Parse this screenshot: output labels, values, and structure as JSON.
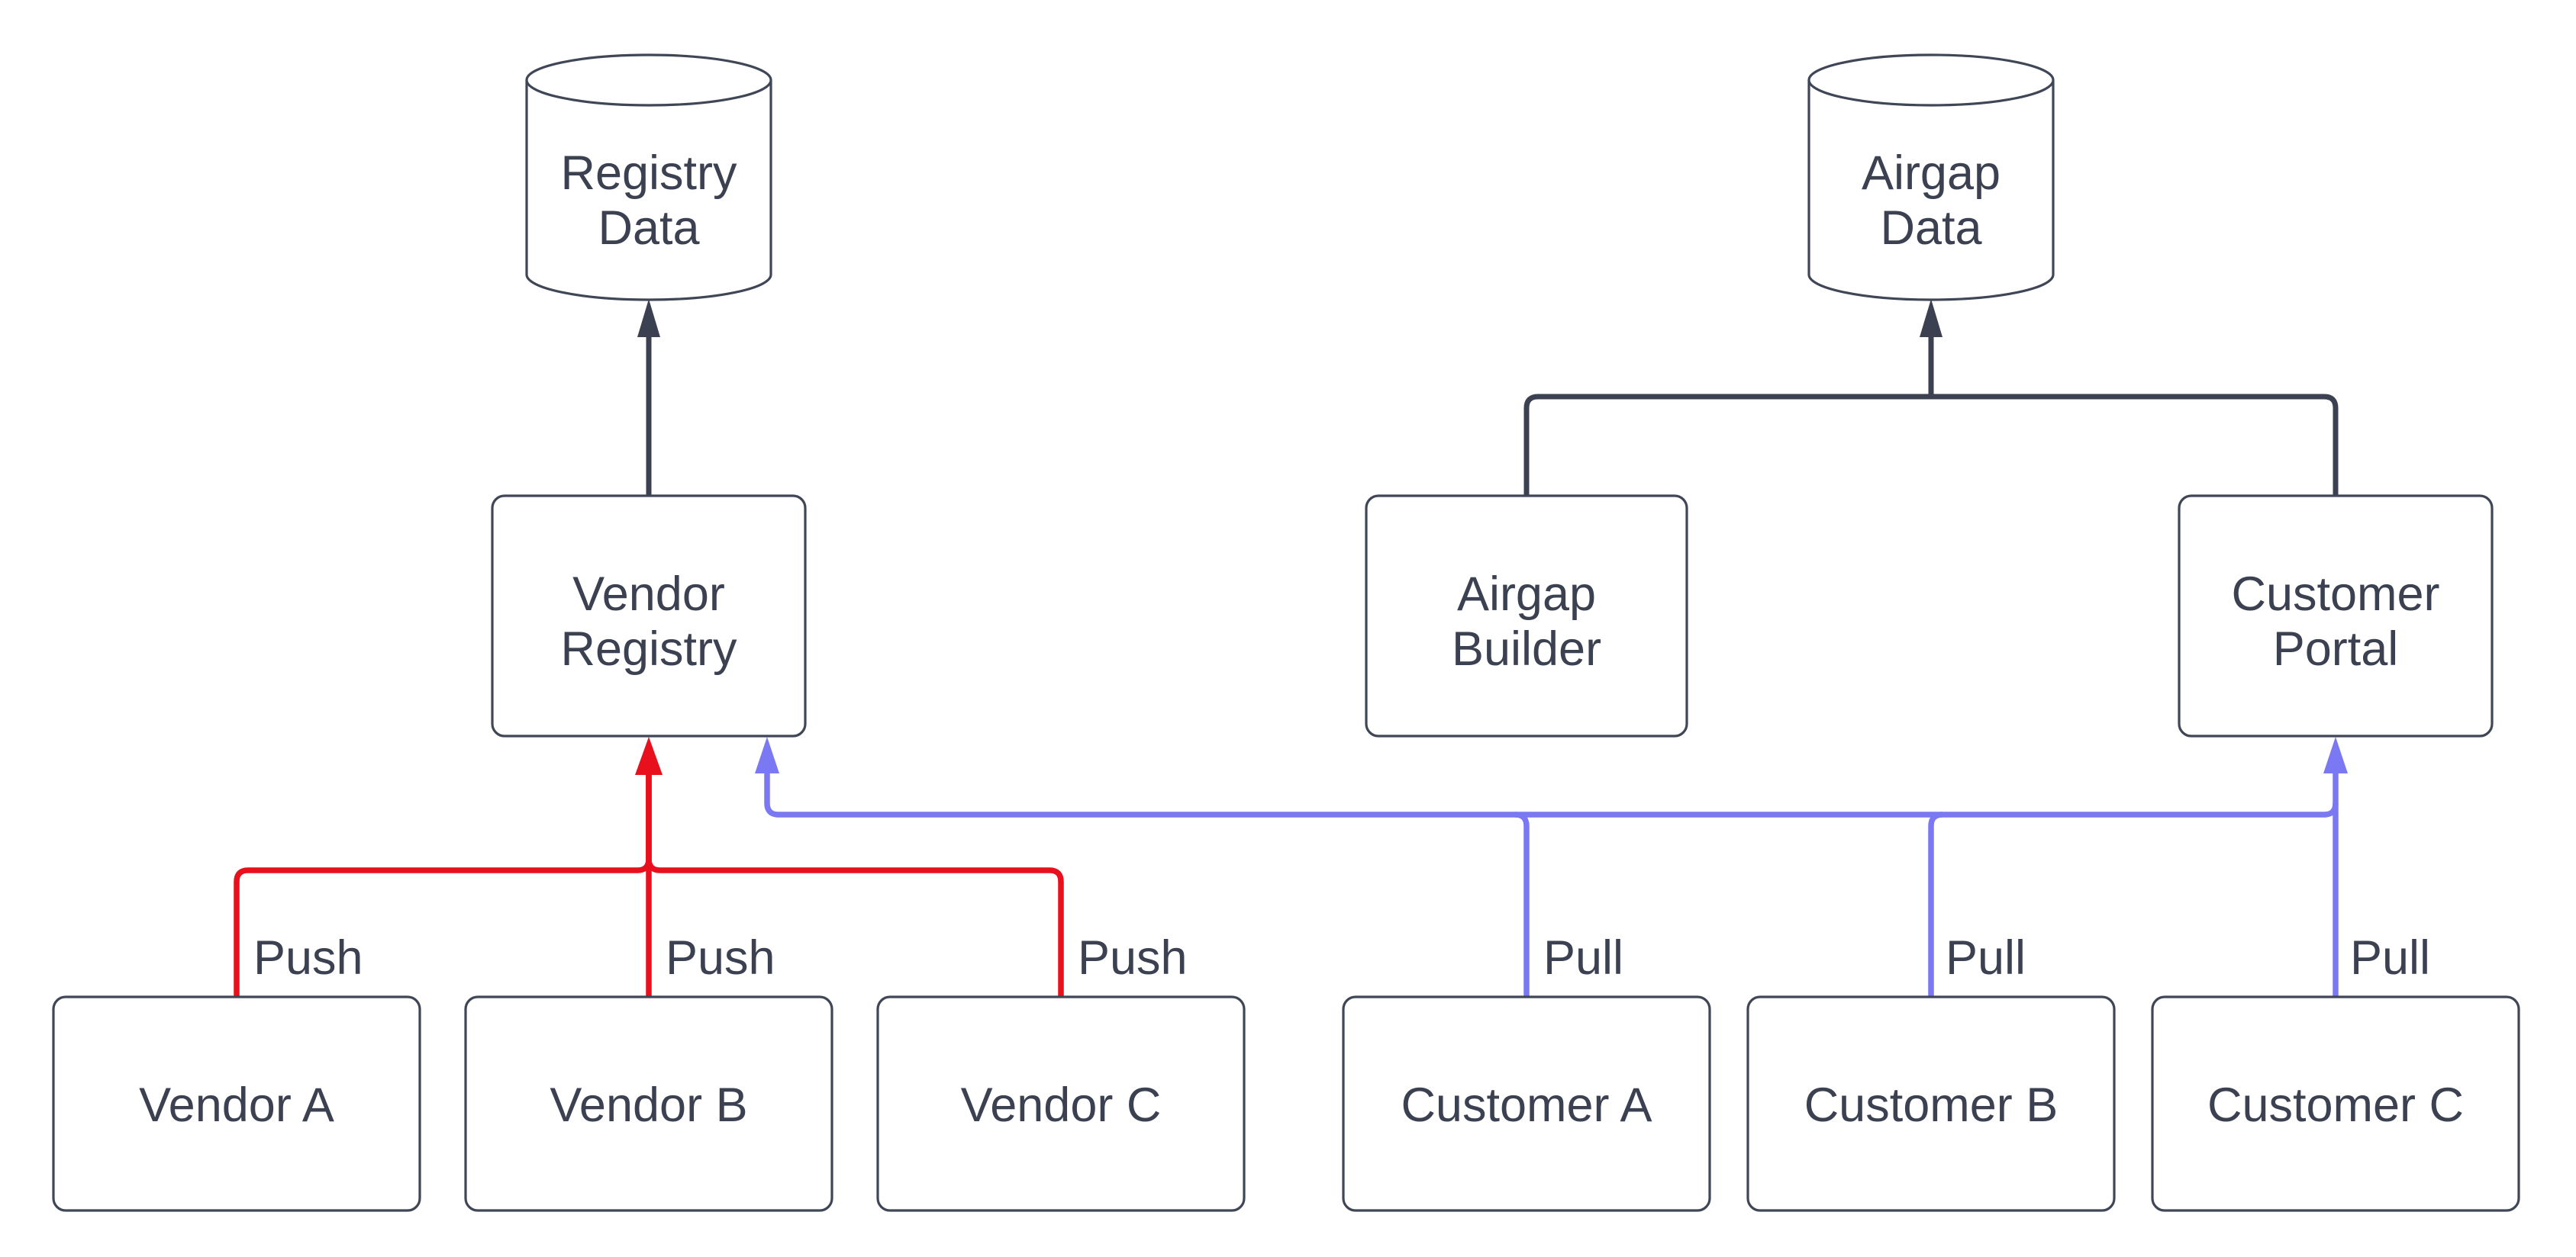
{
  "diagram": {
    "background": "#ffffff",
    "colors": {
      "push_red": "#e9101d",
      "pull_blue": "#7b78f3",
      "flow_dark": "#3b4150",
      "node_border": "#3f4655",
      "text": "#3b4150",
      "node_fill": "#ffffff"
    },
    "nodes": {
      "registry_data": {
        "label": "Registry Data",
        "line1": "Registry",
        "line2": "Data",
        "shape": "database"
      },
      "airgap_data": {
        "label": "Airgap Data",
        "line1": "Airgap",
        "line2": "Data",
        "shape": "database"
      },
      "vendor_registry": {
        "label": "Vendor Registry",
        "line1": "Vendor",
        "line2": "Registry",
        "shape": "process"
      },
      "airgap_builder": {
        "label": "Airgap Builder",
        "line1": "Airgap",
        "line2": "Builder",
        "shape": "process"
      },
      "customer_portal": {
        "label": "Customer Portal",
        "line1": "Customer",
        "line2": "Portal",
        "shape": "process"
      },
      "vendor_a": {
        "label": "Vendor A",
        "shape": "process"
      },
      "vendor_b": {
        "label": "Vendor B",
        "shape": "process"
      },
      "vendor_c": {
        "label": "Vendor C",
        "shape": "process"
      },
      "customer_a": {
        "label": "Customer A",
        "shape": "process"
      },
      "customer_b": {
        "label": "Customer B",
        "shape": "process"
      },
      "customer_c": {
        "label": "Customer C",
        "shape": "process"
      }
    },
    "edges": [
      {
        "from": "Vendor A",
        "to": "Vendor Registry",
        "label": "Push",
        "color": "#e9101d"
      },
      {
        "from": "Vendor B",
        "to": "Vendor Registry",
        "label": "Push",
        "color": "#e9101d"
      },
      {
        "from": "Vendor C",
        "to": "Vendor Registry",
        "label": "Push",
        "color": "#e9101d"
      },
      {
        "from": "Customer A",
        "to": "Vendor Registry",
        "label": "Pull",
        "color": "#7b78f3"
      },
      {
        "from": "Customer B",
        "to": "Vendor Registry",
        "label": "Pull",
        "color": "#7b78f3"
      },
      {
        "from": "Customer C",
        "to": "Customer Portal",
        "label": "Pull",
        "color": "#7b78f3"
      },
      {
        "from": "Vendor Registry",
        "to": "Registry Data",
        "label": "",
        "color": "#3b4150"
      },
      {
        "from": "Airgap Builder",
        "to": "Airgap Data",
        "label": "",
        "color": "#3b4150"
      },
      {
        "from": "Customer Portal",
        "to": "Airgap Data",
        "label": "",
        "color": "#3b4150"
      }
    ]
  }
}
